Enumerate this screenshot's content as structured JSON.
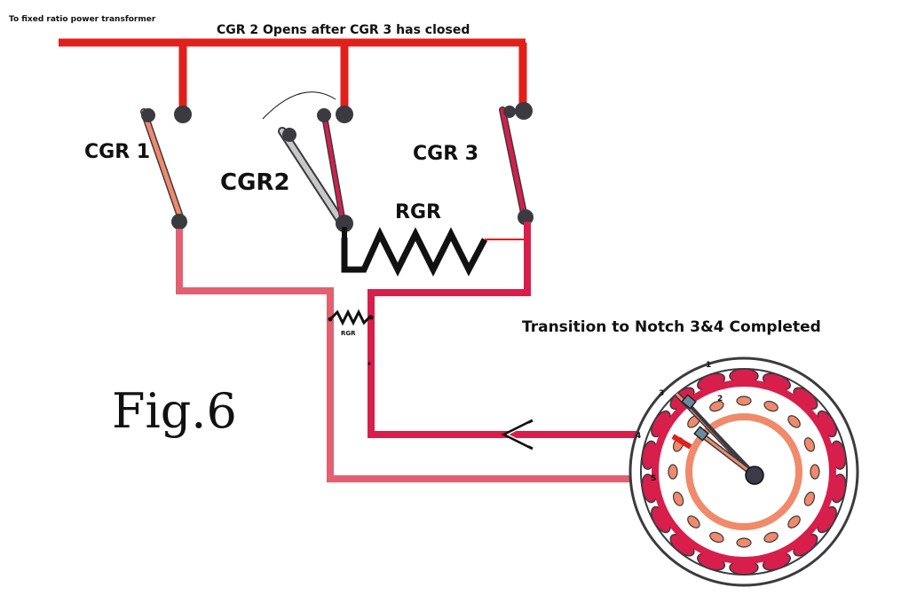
{
  "header": {
    "small_label": "To fixed ratio power transformer",
    "main_label": "CGR 2 Opens after CGR 3 has closed"
  },
  "switches": {
    "cgr1": "CGR 1",
    "cgr2": "CGR2",
    "cgr3": "CGR 3"
  },
  "resistors": {
    "main": "RGR",
    "small": "RGR"
  },
  "status_label": "Transition to Notch 3&4 Completed",
  "figure_label": "Fig.6",
  "selector": {
    "numbers": [
      "1",
      "2",
      "3",
      "4",
      "5"
    ]
  },
  "colors": {
    "bus_red": "#e0201c",
    "crimson": "#d81e4a",
    "pink": "#e36070",
    "salmon": "#f08a6a",
    "dark": "#3a3a40",
    "gray_switch": "#c8c8c8"
  }
}
